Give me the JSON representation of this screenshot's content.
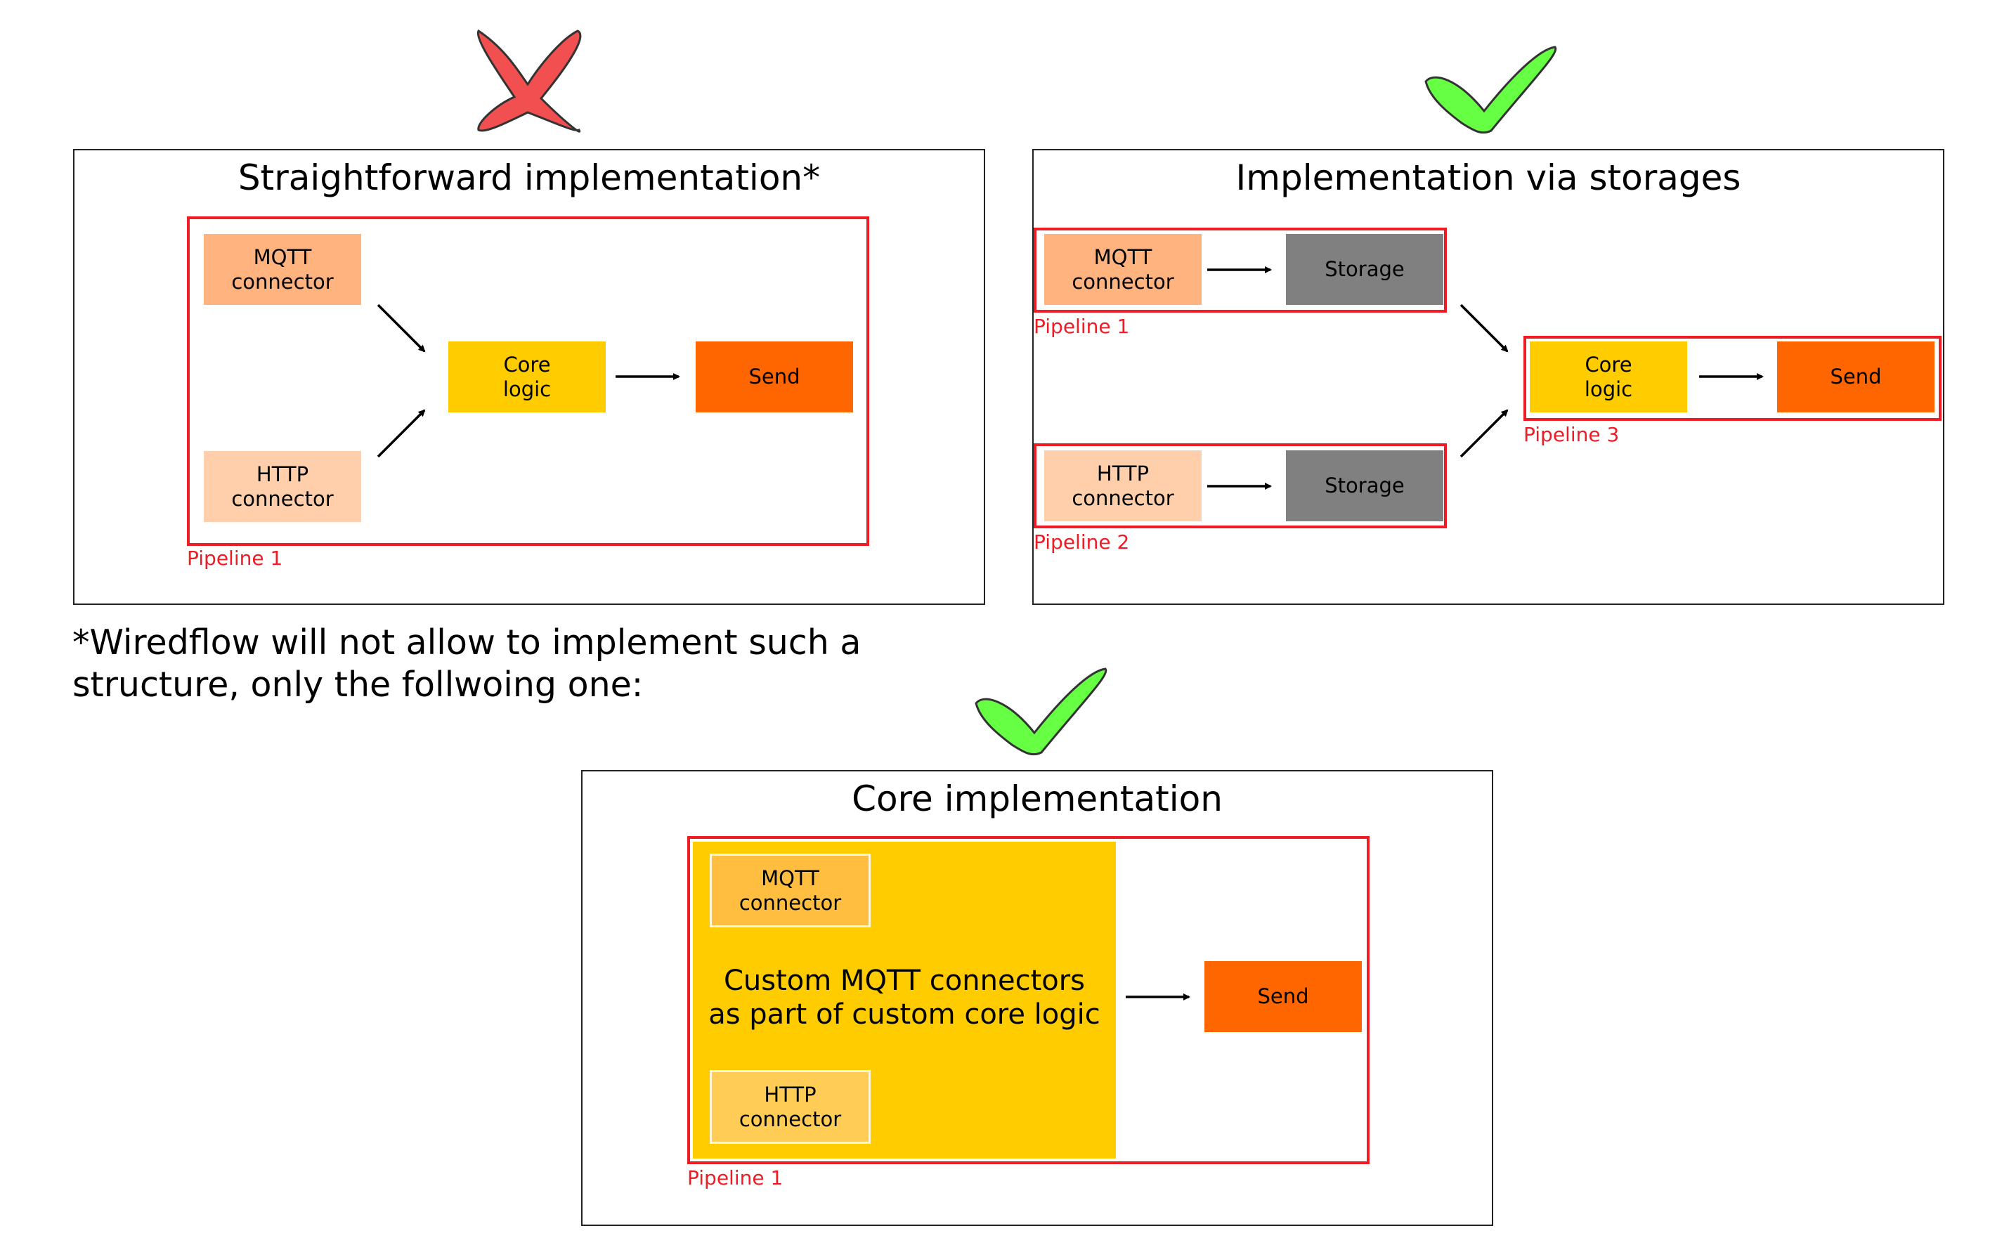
{
  "colors": {
    "frame_red": "#ee1c25",
    "mqtt": "#ffb480",
    "http": "#ffcfab",
    "core": "#ffcc00",
    "send": "#ff6600",
    "storage": "#808080",
    "check_green": "#66ff44",
    "cross_red": "#f25050"
  },
  "icons": {
    "top_left": "cross-icon",
    "top_right": "checkmark-icon",
    "bottom": "checkmark-icon"
  },
  "straightforward": {
    "title": "Straightforward implementation*",
    "pipeline_label": "Pipeline 1",
    "mqtt": "MQTT\nconnector",
    "http": "HTTP\nconnector",
    "core": "Core\nlogic",
    "send": "Send"
  },
  "storages": {
    "title": "Implementation via storages",
    "pipeline1_label": "Pipeline 1",
    "pipeline2_label": "Pipeline 2",
    "pipeline3_label": "Pipeline 3",
    "mqtt": "MQTT\nconnector",
    "http": "HTTP\nconnector",
    "storage1": "Storage",
    "storage2": "Storage",
    "core": "Core\nlogic",
    "send": "Send"
  },
  "note": "*Wiredflow will not allow to implement such a\nstructure, only the follwoing one:",
  "core_impl": {
    "title": "Core implementation",
    "pipeline_label": "Pipeline 1",
    "mqtt": "MQTT\nconnector",
    "http": "HTTP\nconnector",
    "custom_text": "Custom MQTT connectors\nas part of custom core logic",
    "send": "Send"
  }
}
